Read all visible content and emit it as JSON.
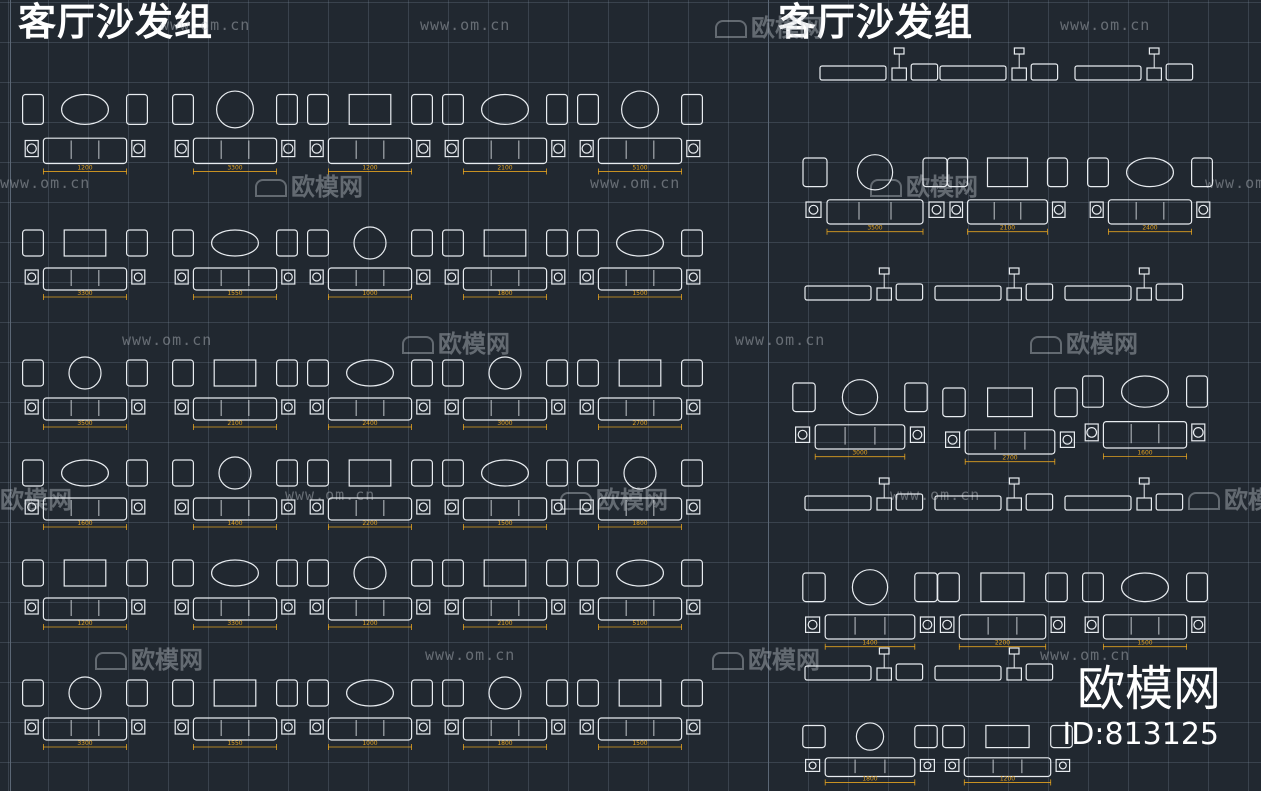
{
  "sheets": [
    {
      "title": "客厅沙发组"
    },
    {
      "title": "客厅沙发组"
    }
  ],
  "watermark": {
    "domain": "www.om.cn",
    "brand": "欧模网"
  },
  "logo": {
    "brand": "欧模网",
    "id": "ID:813125"
  },
  "colors": {
    "background": "#212830",
    "linework": "#e8ecf0",
    "dimension": "#e0a020",
    "grid": "#5b6775"
  },
  "dimension_labels": [
    "1200",
    "3300",
    "1200",
    "2100",
    "5100",
    "3300",
    "1550",
    "1000",
    "1800",
    "1500",
    "3500",
    "2100",
    "2400",
    "3000",
    "2700",
    "1600",
    "1400",
    "2200",
    "1500",
    "1800"
  ]
}
